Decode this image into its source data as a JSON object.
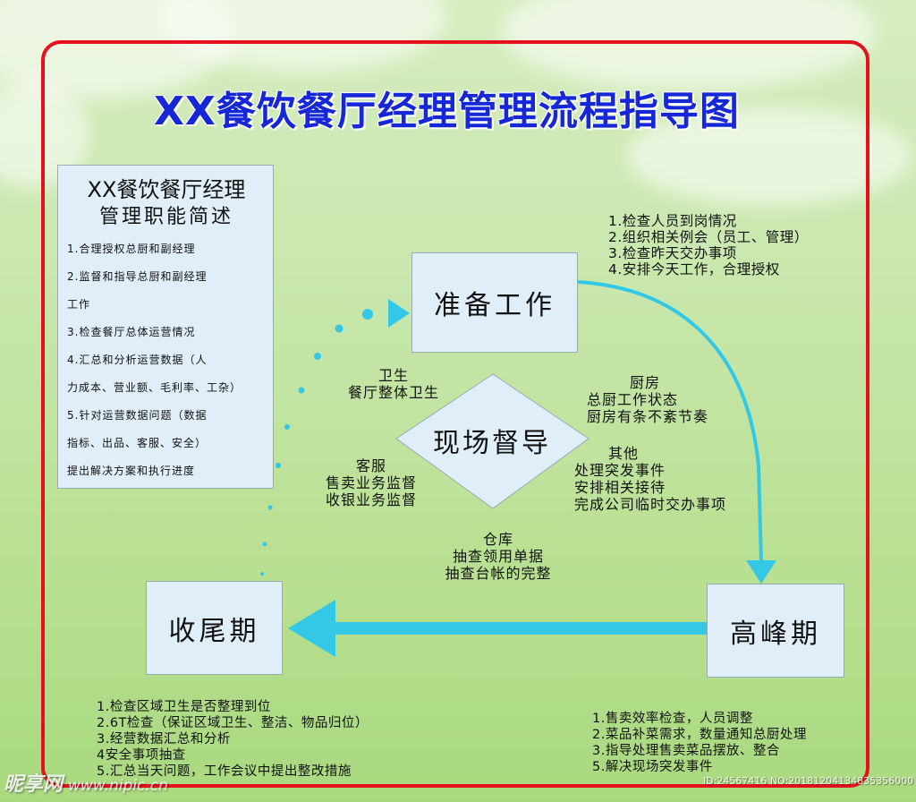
{
  "title": "XX餐饮餐厅经理管理流程指导图",
  "colors": {
    "title": "#1527d6",
    "frame": "#e4101c",
    "arrow": "#33c8e6",
    "box": "#dfeef8"
  },
  "duty_panel": {
    "title1": "XX餐饮餐厅经理",
    "title2": "管理职能简述",
    "lines": [
      "1.合理授权总厨和副经理",
      "2.监督和指导总厨和副经理",
      "工作",
      "3.检查餐厅总体运营情况",
      "4.汇总和分析运营数据（人",
      "力成本、营业额、毛利率、工杂）",
      "5.针对运营数据问题（数据",
      "指标、出品、客服、安全）",
      "提出解决方案和执行进度"
    ]
  },
  "stages": {
    "prep": "准备工作",
    "peak": "高峰期",
    "close": "收尾期",
    "center": "现场督导"
  },
  "prep_list": [
    "1.检查人员到岗情况",
    "2.组织相关例会（员工、管理）",
    "3.检查昨天交办事项",
    "4.安排今天工作，合理授权"
  ],
  "peak_list": [
    "1.售卖效率检查，人员调整",
    "2.菜品补菜需求，数量通知总厨处理",
    "3.指导处理售卖菜品摆放、整合",
    "5.解决现场突发事件"
  ],
  "close_list": [
    "1.检查区域卫生是否整理到位",
    "2.6T检查（保证区域卫生、整洁、物品归位）",
    "3.经营数据汇总和分析",
    "4安全事项抽查",
    "5.汇总当天问题，工作会议中提出整改措施"
  ],
  "supervision": {
    "hygiene": [
      "卫生",
      "餐厅整体卫生"
    ],
    "kitchen": [
      "厨房",
      "总厨工作状态",
      "厨房有条不紊节奏"
    ],
    "service": [
      "客服",
      "售卖业务监督",
      "收银业务监督"
    ],
    "other": [
      "其他",
      "处理突发事件",
      "安排相关接待",
      "完成公司临时交办事项"
    ],
    "warehouse": [
      "仓库",
      "抽查领用单据",
      "抽查台帐的完整"
    ]
  },
  "watermark": {
    "brand": "昵享网",
    "url": "www.nipic.cn",
    "id": "ID:24567416 NO:20181204134835356000"
  }
}
